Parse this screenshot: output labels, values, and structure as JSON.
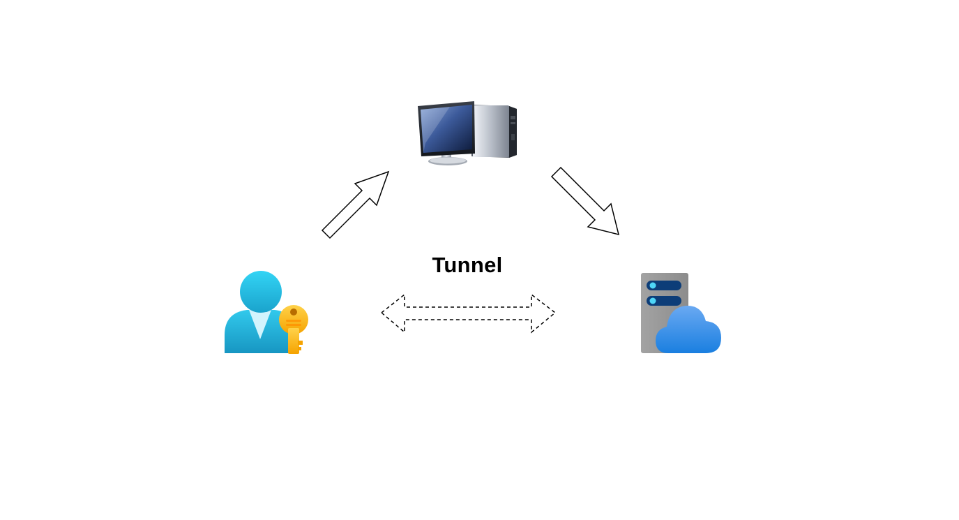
{
  "diagram": {
    "tunnel_label": "Tunnel",
    "nodes": [
      {
        "role": "user",
        "icon": "user-key-icon"
      },
      {
        "role": "workstation",
        "icon": "desktop-computer-icon"
      },
      {
        "role": "cloud-server",
        "icon": "cloud-server-icon"
      }
    ],
    "connections": [
      {
        "from": "user",
        "to": "workstation",
        "style": "solid-outline-arrow"
      },
      {
        "from": "workstation",
        "to": "cloud-server",
        "style": "solid-outline-arrow"
      },
      {
        "from": "user",
        "to": "cloud-server",
        "style": "dashed-double-arrow",
        "label": "Tunnel"
      }
    ]
  }
}
